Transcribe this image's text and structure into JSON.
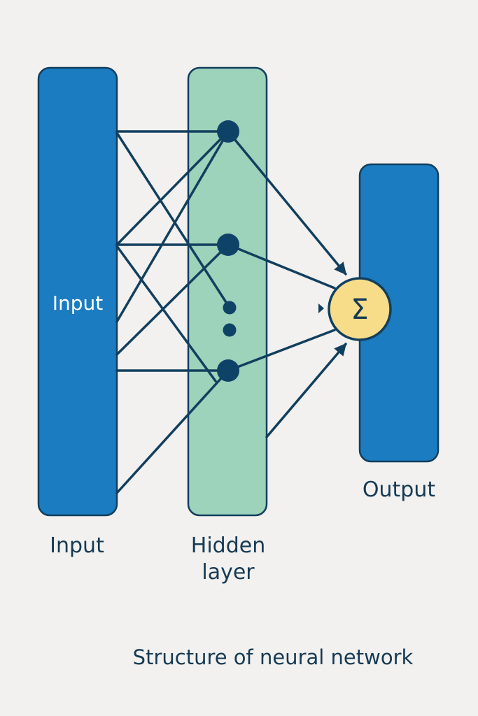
{
  "diagram": {
    "title": "Structure of neural network",
    "layers": {
      "input": {
        "inner_label": "Input",
        "caption": "Input"
      },
      "hidden": {
        "caption_line1": "Hidden",
        "caption_line2": "layer",
        "node_count_visible": 3,
        "ellipsis_dots": 2
      },
      "output": {
        "caption": "Output",
        "operator_symbol": "Σ"
      }
    },
    "colors": {
      "background": "#f2f1ef",
      "input_fill": "#1b7cc1",
      "hidden_fill": "#9dd2bb",
      "output_fill": "#1b7cc1",
      "sum_fill": "#f7dc8a",
      "stroke": "#123f5e",
      "text": "#163a54"
    },
    "connections": [
      {
        "from": "input",
        "to": "hidden-node-1"
      },
      {
        "from": "input",
        "to": "hidden-node-2"
      },
      {
        "from": "input",
        "to": "hidden-node-3"
      },
      {
        "from": "input",
        "to": "hidden-ellipsis"
      },
      {
        "from": "hidden-node-1",
        "to": "sum",
        "arrow": true
      },
      {
        "from": "hidden-node-2",
        "to": "sum"
      },
      {
        "from": "hidden-node-3",
        "to": "sum"
      },
      {
        "from": "hidden",
        "to": "sum",
        "arrow": true
      }
    ]
  }
}
